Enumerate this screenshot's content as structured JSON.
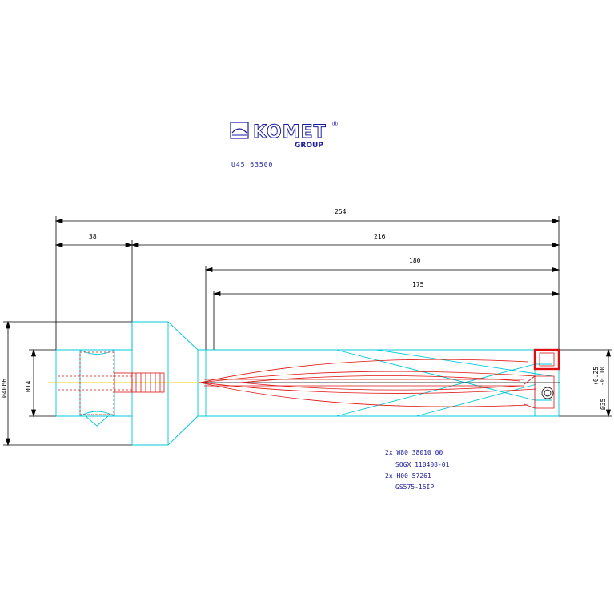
{
  "logo": {
    "brand": "KOMET",
    "registered": "®",
    "sub": "GROUP",
    "color": "#1a1aa0"
  },
  "part_number": "U45 63500",
  "dimensions": {
    "total_length": "254",
    "shank_length": "38",
    "body_length": "216",
    "flute_length": "180",
    "drill_depth": "175",
    "shank_diameter": "Ø40h6",
    "bore_diameter": "Ø14",
    "cutting_diameter": "Ø35",
    "tolerance_upper": "+0.25",
    "tolerance_lower": "-0.10"
  },
  "parts_list": [
    "2x W80 38010 00",
    "SOGX 110408-01",
    "2x H00 57261",
    "GS575-15IP"
  ],
  "colors": {
    "outline": "#00c8d8",
    "cutter": "#e01010",
    "dimension": "#000000",
    "text": "#1a1aa0",
    "centerline": "#e8d800"
  }
}
